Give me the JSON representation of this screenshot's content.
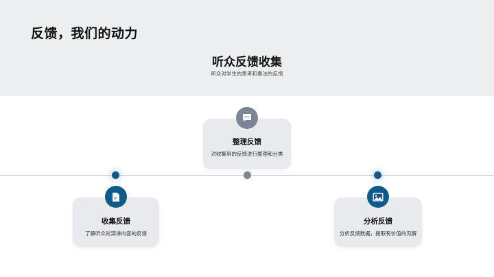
{
  "header": {
    "page_title": "反馈，我们的动力",
    "section_title": "听众反馈收集",
    "section_subtitle": "听众对学生的思考和看法的反馈"
  },
  "colors": {
    "accent_blue": "#105a8a",
    "accent_gray": "#7b8596",
    "header_bg": "#eceef0",
    "card_bg": "#e9eaed"
  },
  "timeline": {
    "steps": [
      {
        "title": "收集反馈",
        "desc": "了解听众对演讲内容的反馈",
        "icon": "document-p-icon",
        "color": "#105a8a",
        "position": "below"
      },
      {
        "title": "整理反馈",
        "desc": "对收集到的反馈进行整理和分类",
        "icon": "chat-bubble-icon",
        "color": "#7b8596",
        "position": "above"
      },
      {
        "title": "分析反馈",
        "desc": "分析反馈数据，提取有价值的见解",
        "icon": "image-icon",
        "color": "#105a8a",
        "position": "below"
      }
    ]
  }
}
